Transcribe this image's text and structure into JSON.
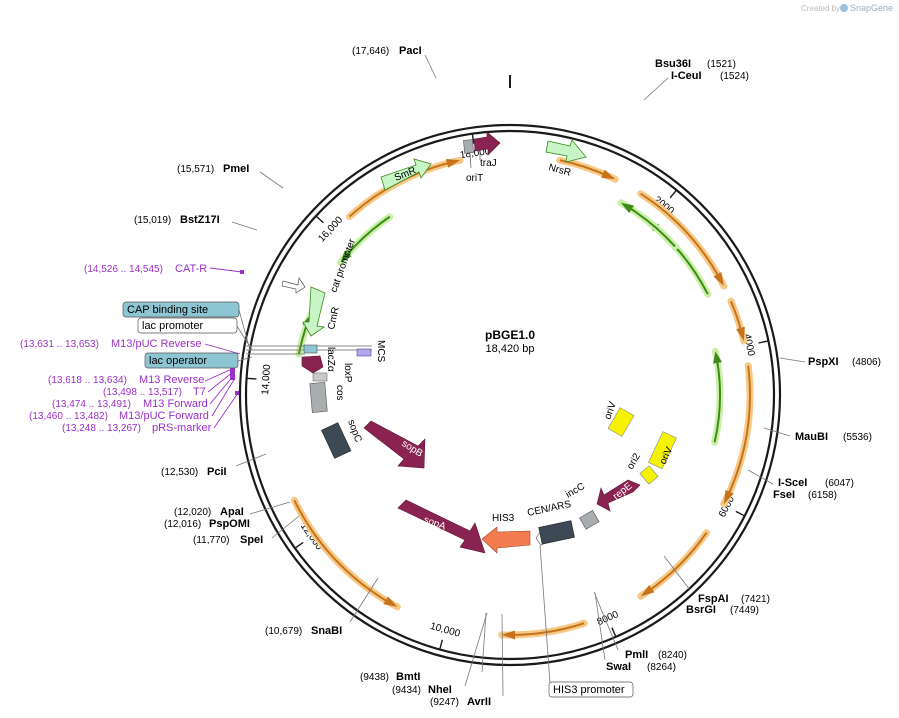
{
  "watermark": {
    "prefix": "Created by",
    "brand": "SnapGene"
  },
  "plasmid": {
    "name": "pBGE1.0",
    "length_text": "18,420 bp",
    "length": 18420
  },
  "colors": {
    "backbone": "#1a1a1a",
    "orange_arrow": "#c8731c",
    "orange_glow": "#f5c986",
    "green_arrow": "#3d8a1a",
    "green_glow": "#c9f0a6",
    "maroon": "#8b2352",
    "light_green": "#c8f5c8",
    "yellow": "#f5f300",
    "dark_gray": "#3d4a55",
    "light_gray": "#a8adb0",
    "salmon": "#f27c50",
    "purple": "#9b30c8",
    "blue_box": "#8ec5d2",
    "lavender": "#b0a8e8"
  },
  "ticks": [
    "2000",
    "4000",
    "6000",
    "8000",
    "10,000",
    "12,000",
    "14,000",
    "16,000",
    "18,000"
  ],
  "sites": [
    {
      "name": "PacI",
      "pos": "(17,646)"
    },
    {
      "name": "Bsu36I",
      "pos": "(1521)"
    },
    {
      "name": "I-CeuI",
      "pos": "(1524)"
    },
    {
      "name": "PmeI",
      "pos": "(15,571)"
    },
    {
      "name": "BstZ17I",
      "pos": "(15,019)"
    },
    {
      "name": "PspXI",
      "pos": "(4806)"
    },
    {
      "name": "MauBI",
      "pos": "(5536)"
    },
    {
      "name": "I-SceI",
      "pos": "(6047)"
    },
    {
      "name": "FseI",
      "pos": "(6158)"
    },
    {
      "name": "FspAI",
      "pos": "(7421)"
    },
    {
      "name": "BsrGI",
      "pos": "(7449)"
    },
    {
      "name": "PmlI",
      "pos": "(8240)"
    },
    {
      "name": "SwaI",
      "pos": "(8264)"
    },
    {
      "name": "SnaBI",
      "pos": "(10,679)"
    },
    {
      "name": "BmtI",
      "pos": "(9438)"
    },
    {
      "name": "NheI",
      "pos": "(9434)"
    },
    {
      "name": "AvrII",
      "pos": "(9247)"
    },
    {
      "name": "PciI",
      "pos": "(12,530)"
    },
    {
      "name": "ApaI",
      "pos": "(12,020)"
    },
    {
      "name": "PspOMI",
      "pos": "(12,016)"
    },
    {
      "name": "SpeI",
      "pos": "(11,770)"
    }
  ],
  "primers": [
    {
      "name": "CAT-R",
      "pos": "(14,526 .. 14,545)"
    },
    {
      "name": "M13/pUC Reverse",
      "pos": "(13,631 .. 13,653)"
    },
    {
      "name": "M13 Reverse",
      "pos": "(13,618 .. 13,634)"
    },
    {
      "name": "T7",
      "pos": "(13,498 .. 13,517)"
    },
    {
      "name": "M13 Forward",
      "pos": "(13,474 .. 13,491)"
    },
    {
      "name": "M13/pUC Forward",
      "pos": "(13,460 .. 13,482)"
    },
    {
      "name": "pRS-marker",
      "pos": "(13,248 .. 13,267)"
    }
  ],
  "boxed_labels": {
    "cap": "CAP binding site",
    "lac_promoter": "lac promoter",
    "lac_operator": "lac operator",
    "his3_promoter": "HIS3 promoter"
  },
  "features": {
    "SmR": "SmR",
    "traJ": "traJ",
    "oriT": "oriT",
    "NrsR": "NrsR",
    "cat_promoter": "cat promoter",
    "CmR": "CmR",
    "MCS": "MCS",
    "lacZa": "lacZα",
    "loxP": "loxP",
    "cos": "cos",
    "sopC": "sopC",
    "sopB": "sopB",
    "sopA": "sopA",
    "HIS3": "HIS3",
    "CEN_ARS": "CEN/ARS",
    "incC": "incC",
    "repE": "repE",
    "ori2": "ori2",
    "oriV_1": "oriV",
    "oriV_2": "oriV"
  }
}
